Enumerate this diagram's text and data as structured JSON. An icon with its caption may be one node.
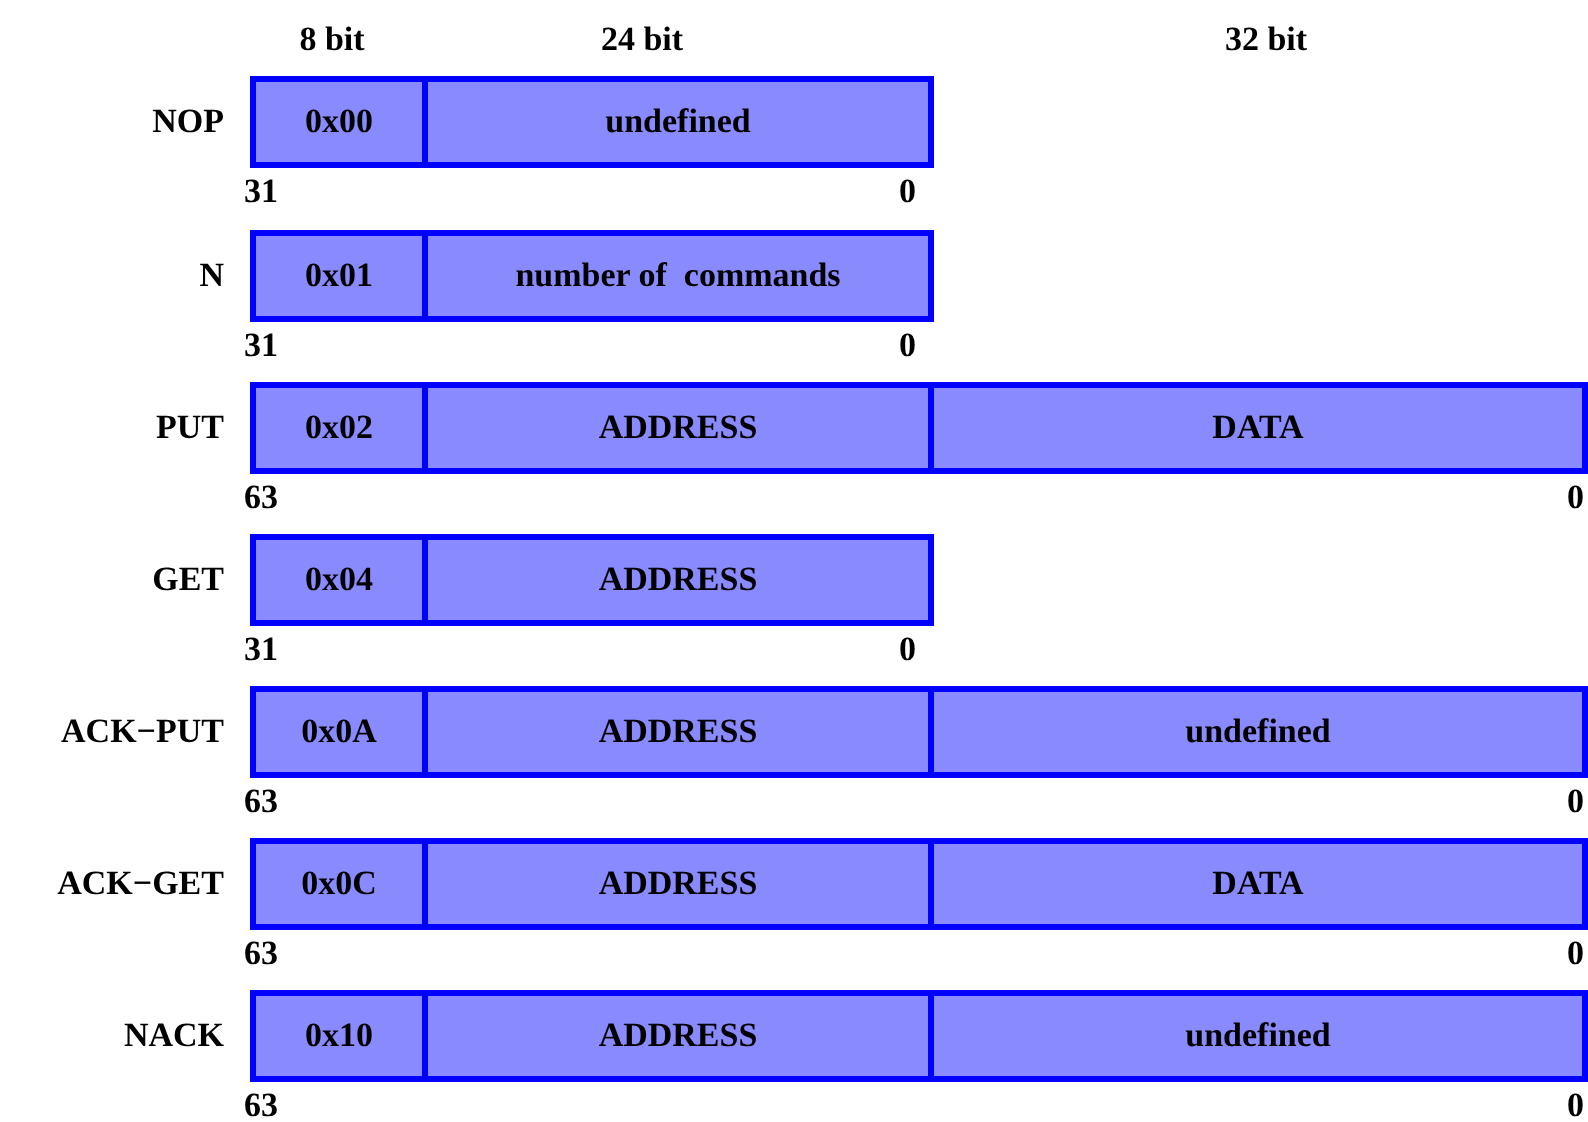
{
  "diagram": {
    "nodes": [
      {
        "text": [
          "0x00"
        ]
      },
      {
        "text": [
          "undefined"
        ]
      },
      {
        "text": [
          "0x01"
        ]
      },
      {
        "text": [
          "number of  commands"
        ]
      },
      {
        "text": [
          "0x02"
        ]
      },
      {
        "text": [
          "ADDRESS"
        ]
      },
      {
        "text": [
          "DATA"
        ]
      },
      {
        "text": [
          "0x04"
        ]
      },
      {
        "text": [
          "ADDRESS"
        ]
      },
      {
        "text": [
          "0x0A"
        ]
      },
      {
        "text": [
          "ADDRESS"
        ]
      },
      {
        "text": [
          "undefined"
        ]
      },
      {
        "text": [
          "0x0C"
        ]
      },
      {
        "text": [
          "ADDRESS"
        ]
      },
      {
        "text": [
          "DATA"
        ]
      },
      {
        "text": [
          "0x10"
        ]
      },
      {
        "text": [
          "ADDRESS"
        ]
      },
      {
        "text": [
          "undefined"
        ]
      }
    ],
    "edges": [],
    "labels": [
      "8 bit",
      "24 bit",
      "32 bit",
      "NOP",
      "31",
      "0",
      "N",
      "31",
      "0",
      "PUT",
      "63",
      "0",
      "GET",
      "31",
      "0",
      "ACK−PUT",
      "63",
      "0",
      "ACK−GET",
      "63",
      "0",
      "NACK",
      "63",
      "0"
    ]
  }
}
